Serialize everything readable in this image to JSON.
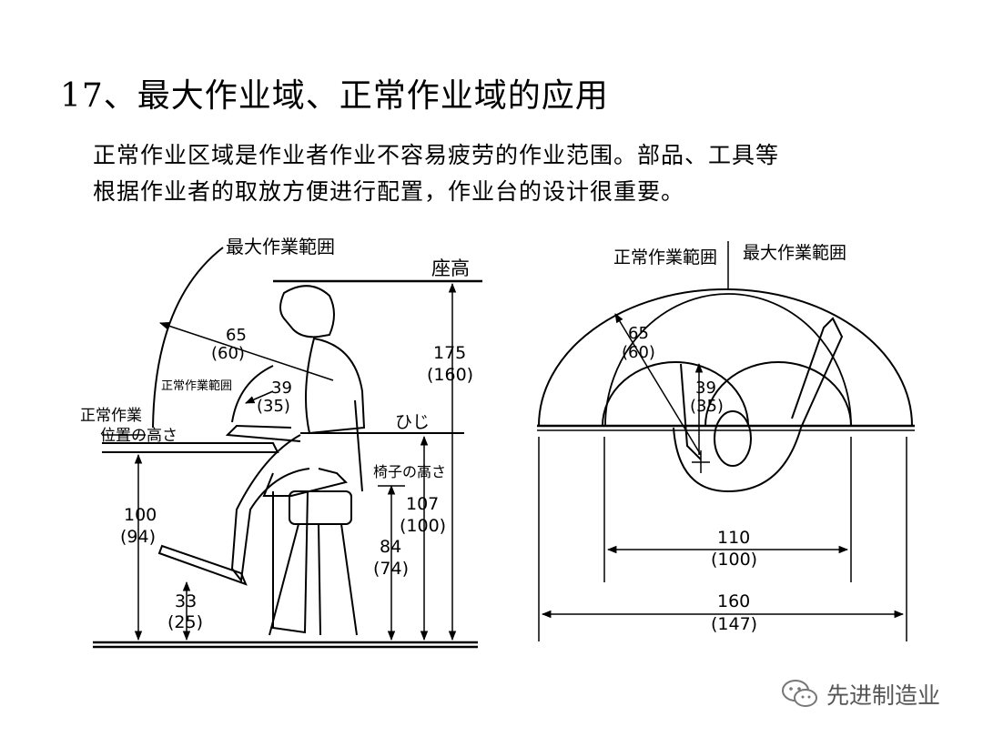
{
  "title": "17、最大作业域、正常作业域的应用",
  "description": [
    "正常作业区域是作业者作业不容易疲劳的作业范围。部品、工具等",
    "根据作业者的取放方便进行配置，作业台的设计很重要。"
  ],
  "side_view": {
    "max_range_label": "最大作業範囲",
    "normal_range_label": "正常作業範囲",
    "normal_pos_label_line1": "正常作業",
    "normal_pos_label_line2": "位置の高さ",
    "seat_height_label": "座高",
    "elbow_label": "ひじ",
    "chair_height_label": "椅子の高さ",
    "reach_max": "65",
    "reach_max_alt": "(60)",
    "reach_normal": "39",
    "reach_normal_alt": "(35)",
    "seat_height": "175",
    "seat_height_alt": "(160)",
    "table_height": "100",
    "table_height_alt": "(94)",
    "elbow_height": "107",
    "elbow_height_alt": "(100)",
    "chair_height": "84",
    "chair_height_alt": "(74)",
    "footrest_height": "33",
    "footrest_height_alt": "(25)"
  },
  "top_view": {
    "normal_range_label": "正常作業範囲",
    "max_range_label": "最大作業範囲",
    "reach_max": "65",
    "reach_max_alt": "(60)",
    "reach_normal": "39",
    "reach_normal_alt": "(35)",
    "normal_width": "110",
    "normal_width_alt": "(100)",
    "max_width": "160",
    "max_width_alt": "(147)"
  },
  "watermark": "先进制造业"
}
